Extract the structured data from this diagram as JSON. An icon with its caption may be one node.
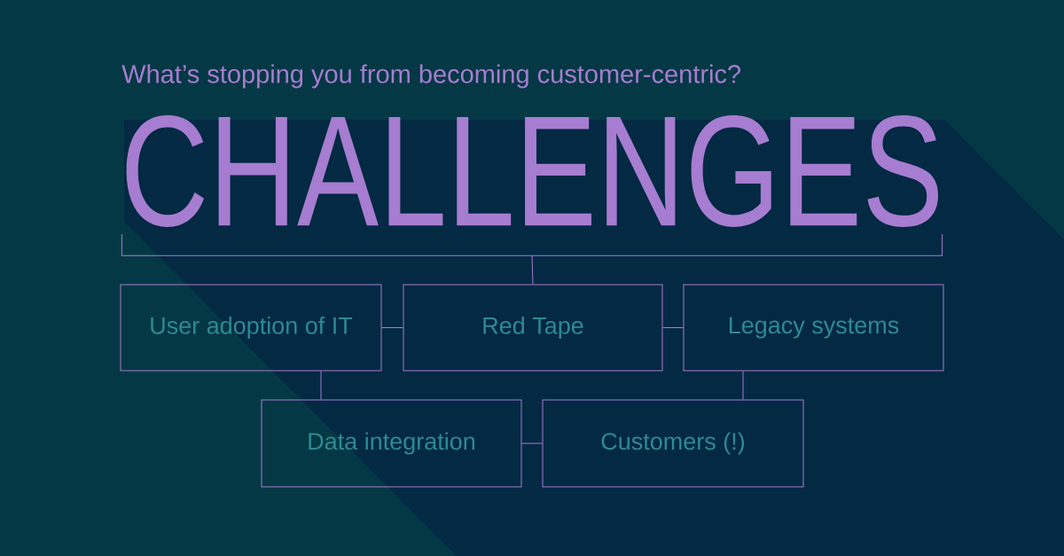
{
  "diagram": {
    "title": "What’s stopping you from becoming customer-centric?",
    "nodes": [
      {
        "text": [
          "CHALLENGES"
        ]
      },
      {
        "text": [
          "User adoption of IT"
        ]
      },
      {
        "text": [
          "Red Tape"
        ]
      },
      {
        "text": [
          "Legacy systems"
        ]
      },
      {
        "text": [
          "Data integration"
        ]
      },
      {
        "text": [
          "Customers (!)"
        ]
      }
    ],
    "edges": [
      {
        "from": 0,
        "to": 2,
        "arrow": "none"
      },
      {
        "from": 1,
        "to": 2,
        "arrow": "none"
      },
      {
        "from": 2,
        "to": 3,
        "arrow": "none"
      },
      {
        "from": 1,
        "to": 4,
        "arrow": "none"
      },
      {
        "from": 4,
        "to": 5,
        "arrow": "none"
      },
      {
        "from": 3,
        "to": 5,
        "arrow": "none"
      }
    ]
  }
}
